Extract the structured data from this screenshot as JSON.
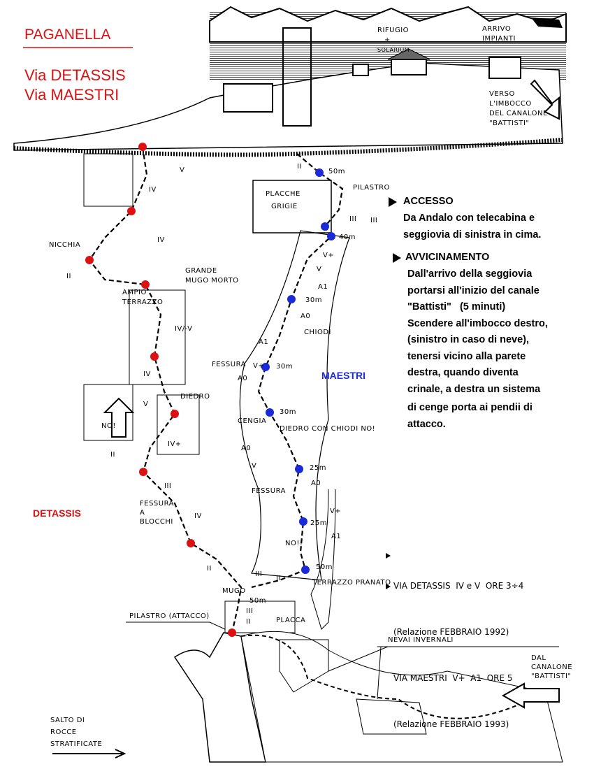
{
  "header": {
    "title": "PAGANELLA",
    "routes": [
      "Via DETASSIS",
      "Via MAESTRI"
    ]
  },
  "top_labels": {
    "rifugio": "RIFUGIO",
    "plus": "+",
    "solarium": "SOLARIUM",
    "arrivo": "ARRIVO",
    "impianti": "IMPIANTI",
    "verso": [
      "VERSO",
      "L'IMBOCCO",
      "DEL CANALONE",
      "\"BATTISTI\""
    ]
  },
  "info": {
    "accesso_title": "ACCESSO",
    "accesso_lines": [
      "Da Andalo con telecabina e",
      "seggiovia di sinistra in cima."
    ],
    "avvicinamento_title": "AVVICINAMENTO",
    "avvicinamento_lines": [
      "Dall'arrivo della seggiovia",
      "portarsi all'inizio del canale",
      "\"Battisti\"   (5 minuti)",
      "Scendere all'imbocco destro,",
      "(sinistro in caso di neve),",
      "tenersi vicino alla parete",
      "destra, quando diventa",
      "crinale, a destra un sistema",
      "di cenge porta ai pendii di",
      "attacco."
    ]
  },
  "route_labels": {
    "detassis": "DETASSIS",
    "maestri": "MAESTRI"
  },
  "legend": {
    "detassis": "VIA DETASSIS  IV e V  ORE 3÷4",
    "detassis_rel": "(Relazione FEBBRAIO 1992)",
    "maestri": "VIA MAESTRI  V+  A1  ORE 5",
    "maestri_rel": "(Relazione FEBBRAIO 1993)"
  },
  "topo_labels": [
    "II",
    "50m",
    "PILASTRO",
    "III",
    "PLACCHE",
    "GRIGIE",
    "V",
    "IV",
    "IV",
    "NICCHIA",
    "II",
    "GRANDE",
    "MUGO MORTO",
    "AMPIO",
    "TERRAZZO",
    "IV/-V",
    "IV",
    "DIEDRO",
    "V",
    "NO!",
    "IV+",
    "II",
    "III",
    "IV",
    "FESSURA",
    "A",
    "BLOCCHI",
    "II",
    "III",
    "II",
    "MUGO",
    "50m",
    "III",
    "II",
    "PLACCA",
    "PILASTRO (ATTACCO)",
    "V+",
    "V",
    "A1",
    "30m",
    "A0",
    "CHIODI",
    "A1",
    "30m",
    "FESSURA",
    "V+",
    "A0",
    "CENGIA",
    "30m",
    "DIEDRO CON CHIODI NO!",
    "A0",
    "V",
    "25m",
    "FESSURA",
    "A0",
    "V+",
    "A1",
    "25m",
    "NO!!",
    "50m",
    "TERRAZZO PRANATO",
    "III",
    "40m"
  ],
  "bottom_labels": {
    "nevai": "NEVAI INVERNALI",
    "dal": [
      "DAL",
      "CANALONE",
      "\"BATTISTI\""
    ],
    "salto": [
      "SALTO DI",
      "ROCCE",
      "STRATIFICATE"
    ]
  },
  "colors": {
    "red": "#dd1111",
    "blue": "#1a2ad8",
    "title_red": "#d11111"
  }
}
